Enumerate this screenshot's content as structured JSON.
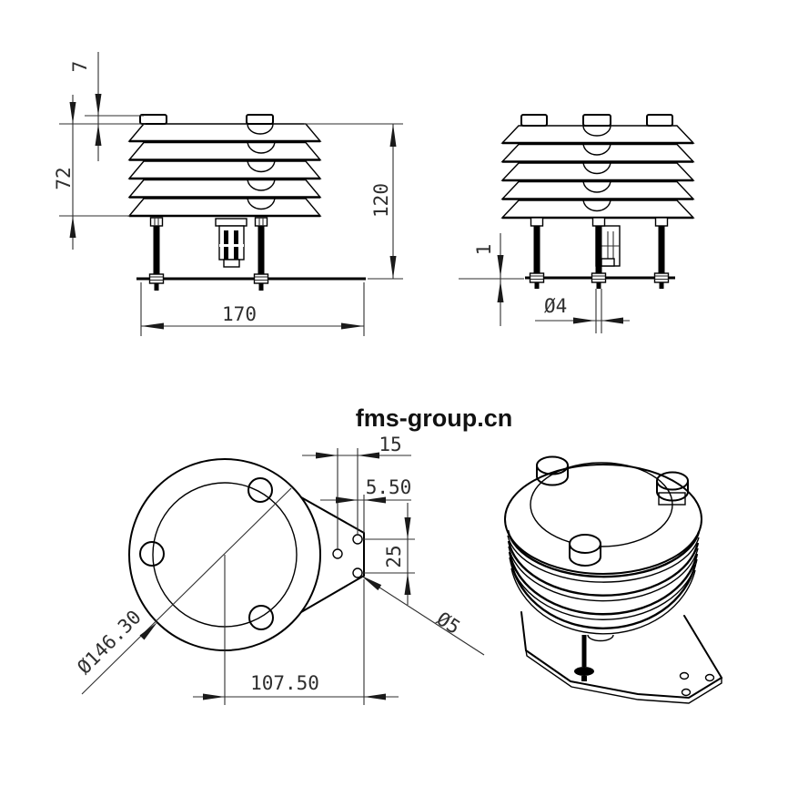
{
  "watermark": "fms-group.cn",
  "colors": {
    "line": "#000000",
    "dim_text": "#2e2e2e",
    "background": "#ffffff"
  },
  "front_view": {
    "dim_cap_height": "7",
    "dim_shield_height": "72",
    "dim_overall_height": "120",
    "dim_base_width": "170"
  },
  "side_view": {
    "dim_plate_thickness": "1",
    "dim_rod_diameter": "Ø4"
  },
  "bottom_view": {
    "dim_hole_offset": "15",
    "dim_hole_to_edge": "5.50",
    "dim_hole_spacing": "25",
    "dim_outer_diameter": "Ø146.30",
    "dim_mount_hole": "Ø5",
    "dim_center_to_edge": "107.50"
  }
}
